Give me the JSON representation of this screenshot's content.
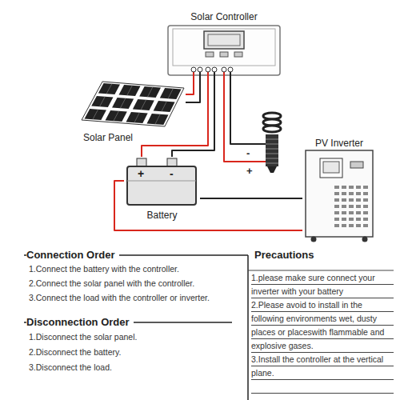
{
  "diagram": {
    "nodes": [
      {
        "text": [
          "Solar Controller"
        ]
      },
      {
        "text": [
          "Solar Panel"
        ]
      },
      {
        "text": [
          "-",
          "+"
        ]
      },
      {
        "text": [
          "+",
          "-",
          "Battery"
        ]
      },
      {
        "text": [
          "PV Inverter"
        ]
      }
    ],
    "edges": [
      {
        "from": 0,
        "to": 1,
        "arrow": "none"
      },
      {
        "from": 0,
        "to": 3,
        "arrow": "none"
      },
      {
        "from": 0,
        "to": 2,
        "arrow": "none"
      },
      {
        "from": 3,
        "to": 4,
        "arrow": "none"
      }
    ],
    "labels": [
      "Connection Order",
      "1.Connect the battery with the controller.",
      "2.Connect the solar panel with the controller.",
      "3.Connect the load with the controller or inverter.",
      "Disconnection Order",
      "1.Disconnect the solar panel.",
      "2.Disconnect the battery.",
      "3.Disconnect the load.",
      "Precautions",
      "1.please make sure connect your inverter with your battery",
      "2.Please avoid to install in the following environments wet, dusty places or placeswith flammable and explosive gases.",
      "3.Install the controller at the vertical plane."
    ]
  }
}
